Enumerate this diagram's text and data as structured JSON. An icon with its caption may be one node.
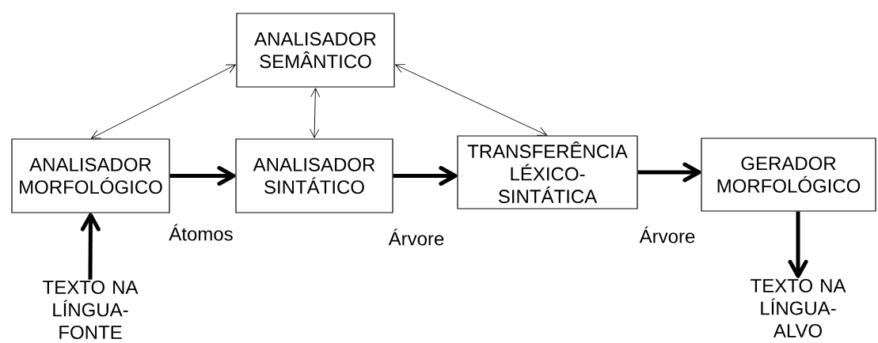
{
  "diagram": {
    "nodes": [
      {
        "text": [
          "ANALISADOR SEMÂNTICO"
        ]
      },
      {
        "text": [
          "ANALISADOR MORFOLÓGICO"
        ]
      },
      {
        "text": [
          "ANALISADOR SINTÁTICO"
        ]
      },
      {
        "text": [
          "TRANSFERÊNCIA LÉXICO-SINTÁTICA"
        ]
      },
      {
        "text": [
          "GERADOR MORFOLÓGICO"
        ]
      },
      {
        "text": [
          "TEXTO NA LÍNGUA-FONTE"
        ]
      },
      {
        "text": [
          "TEXTO NA LÍNGUA-ALVO"
        ]
      }
    ],
    "edges": [
      {
        "from": 0,
        "to": 1,
        "arrow": "both"
      },
      {
        "from": 0,
        "to": 2,
        "arrow": "both"
      },
      {
        "from": 0,
        "to": 3,
        "arrow": "both"
      },
      {
        "from": 1,
        "to": 2,
        "arrow": "to",
        "label": "Átomos"
      },
      {
        "from": 2,
        "to": 3,
        "arrow": "to",
        "label": "Árvore"
      },
      {
        "from": 3,
        "to": 4,
        "arrow": "to",
        "label": "Árvore"
      },
      {
        "from": 5,
        "to": 1,
        "arrow": "to"
      },
      {
        "from": 4,
        "to": 6,
        "arrow": "to"
      }
    ]
  }
}
